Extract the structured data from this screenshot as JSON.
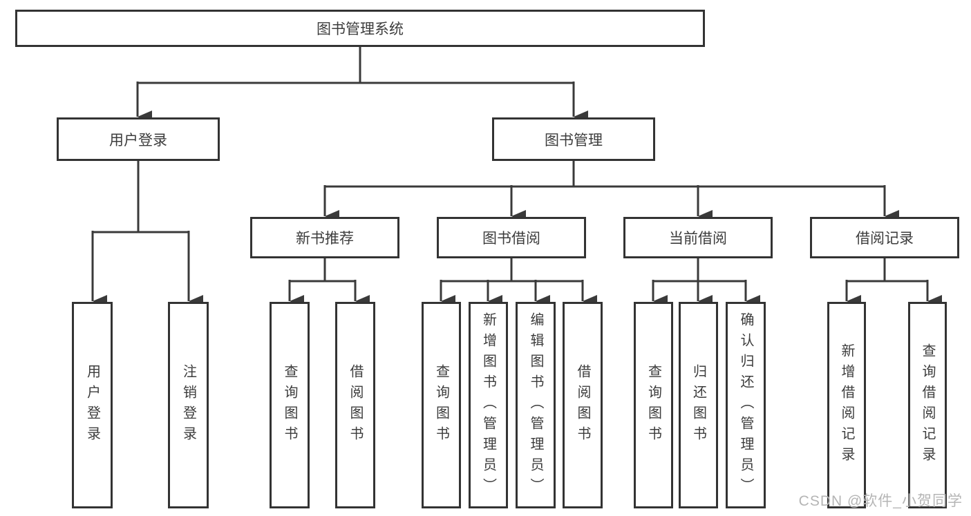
{
  "diagram": {
    "title": "图书管理系统",
    "level2": {
      "user_login": "用户登录",
      "book_management": "图书管理"
    },
    "level3": {
      "new_book_recommend": "新书推荐",
      "book_borrow": "图书借阅",
      "current_borrow": "当前借阅",
      "borrow_records": "借阅记录"
    },
    "leaves": {
      "user_login": "用户登录",
      "logout": "注销登录",
      "nb_query_books": "查询图书",
      "nb_borrow_books": "借阅图书",
      "bb_query_books": "查询图书",
      "bb_add_books_admin": "新增图书（管理员）",
      "bb_edit_books_admin": "编辑图书（管理员）",
      "bb_borrow_books": "借阅图书",
      "cb_query_books": "查询图书",
      "cb_return_books": "归还图书",
      "cb_confirm_return_admin": "确认归还（管理员）",
      "br_add_record": "新增借阅记录",
      "br_query_record": "查询借阅记录"
    },
    "colors": {
      "line": "#3a3a3a",
      "border": "#333333",
      "text": "#3c3c3c",
      "watermark": "#b5b5b5"
    }
  },
  "watermark": "CSDN @软件_小贺同学"
}
